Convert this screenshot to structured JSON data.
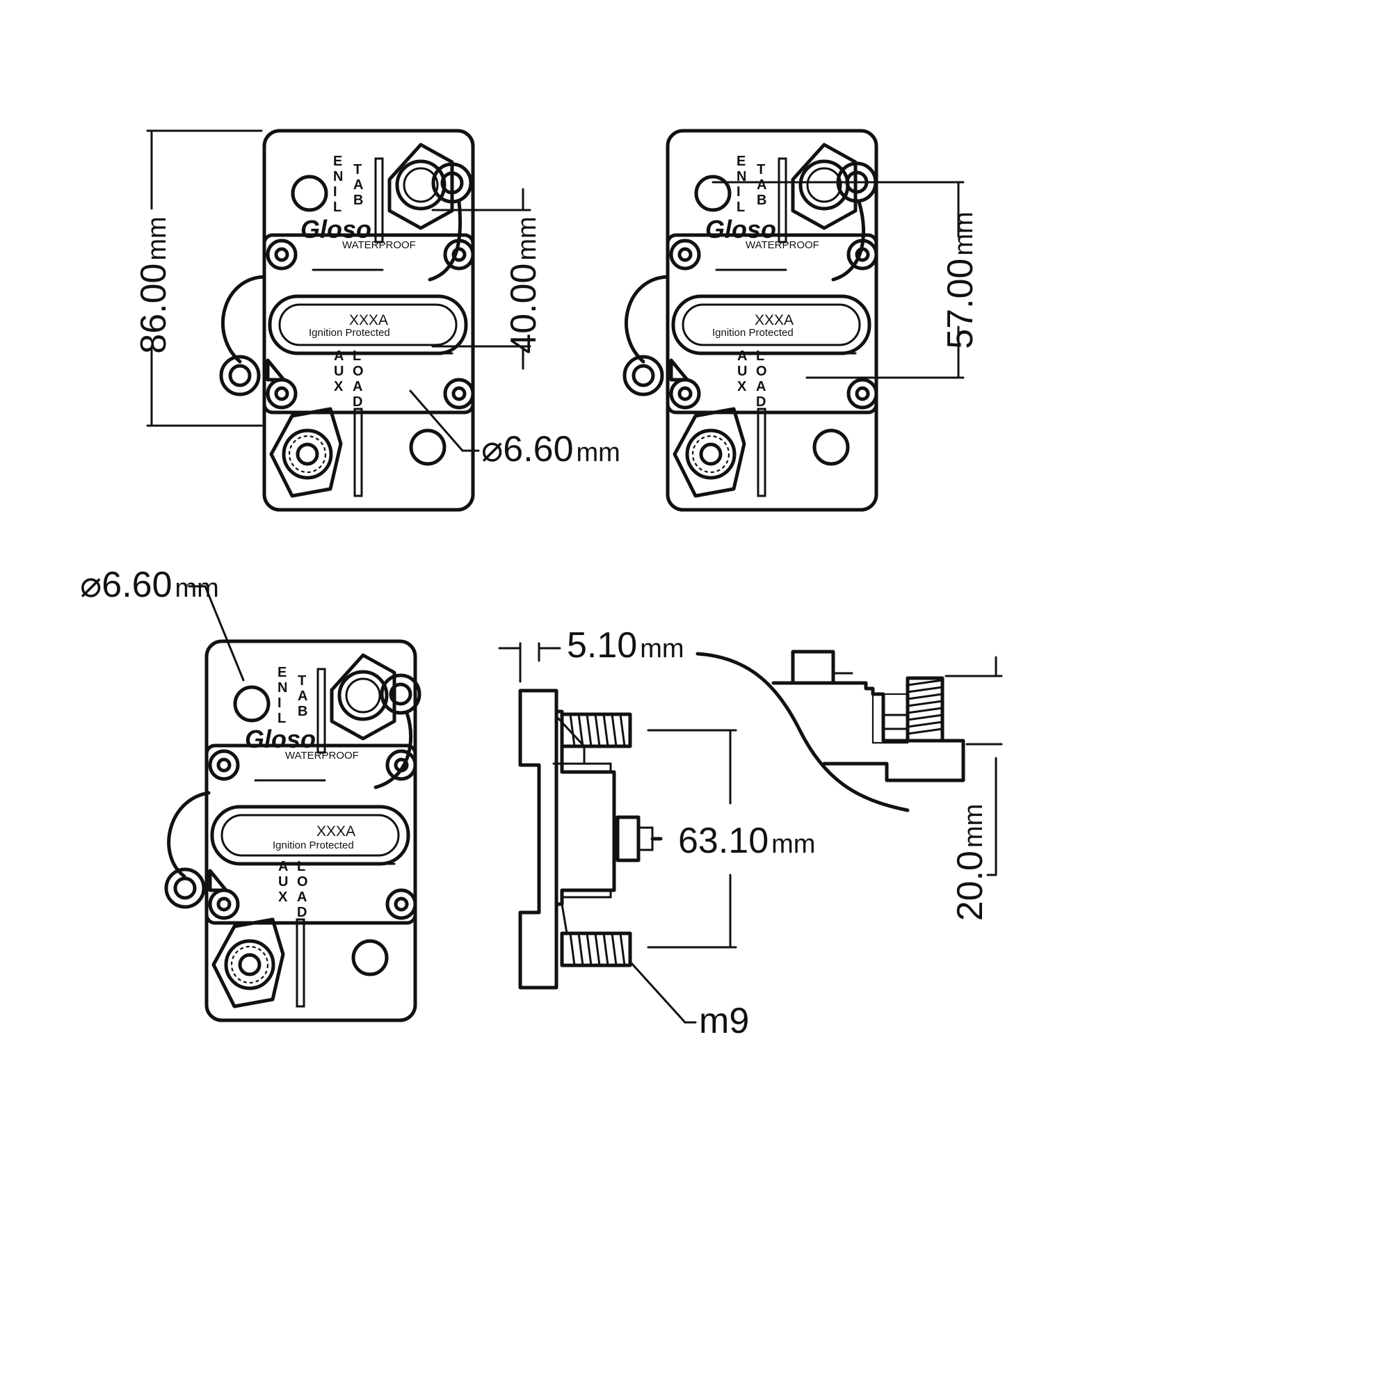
{
  "device": {
    "brand": "Gloso",
    "subtitle": "WATERPROOF",
    "rating": "XXXA",
    "note": "Ignition Protected",
    "terminal_top": [
      "L",
      "I",
      "N",
      "E"
    ],
    "terminal_top_right": [
      "B",
      "A",
      "T"
    ],
    "terminal_bottom_left": [
      "A",
      "U",
      "X"
    ],
    "terminal_bottom_right": [
      "L",
      "O",
      "A",
      "D"
    ]
  },
  "dimensions": {
    "height_value": "86.00",
    "height_unit": "mm",
    "cover_value": "40.00",
    "cover_unit": "mm",
    "hole_value": "⌀6.60",
    "hole_unit": "mm",
    "spacing_value": "57.00",
    "spacing_unit": "mm",
    "hole2_value": "⌀6.60",
    "hole2_unit": "mm",
    "flange_value": "5.10",
    "flange_unit": "mm",
    "stud_value": "63.10",
    "stud_unit": "mm",
    "thread_label": "m9",
    "depth_value": "20.0",
    "depth_unit": "mm"
  }
}
